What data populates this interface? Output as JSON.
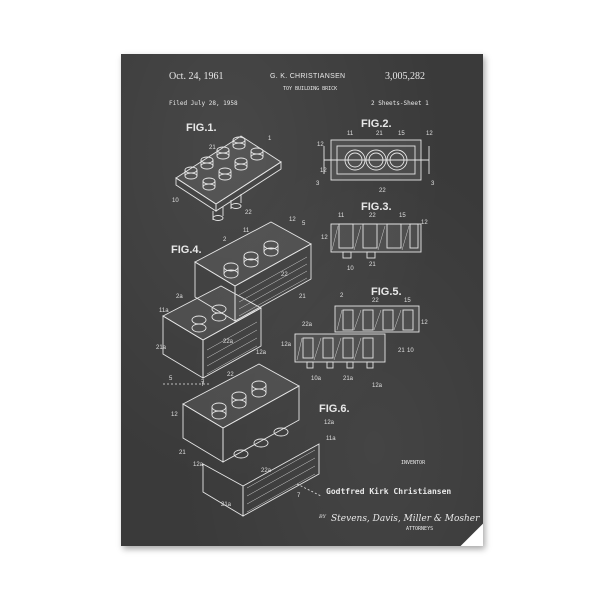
{
  "patent": {
    "date": "Oct. 24, 1961",
    "inventor_header": "G. K. CHRISTIANSEN",
    "number": "3,005,282",
    "subtitle": "TOY BUILDING BRICK",
    "filed": "Filed July 28, 1958",
    "sheets": "2 Sheets-Sheet 1"
  },
  "figures": {
    "fig1": "FIG.1.",
    "fig2": "FIG.2.",
    "fig3": "FIG.3.",
    "fig4": "FIG.4.",
    "fig5": "FIG.5.",
    "fig6": "FIG.6."
  },
  "callouts": {
    "fig1": [
      "1",
      "21",
      "22",
      "10"
    ],
    "fig2": [
      "12",
      "11",
      "21",
      "15",
      "12",
      "3",
      "3",
      "22",
      "12"
    ],
    "fig3": [
      "11",
      "22",
      "15",
      "12",
      "12",
      "10",
      "21"
    ],
    "fig4": [
      "2",
      "11",
      "12",
      "5",
      "22",
      "21",
      "2a",
      "11a",
      "22a",
      "12a",
      "21a",
      "5",
      "7"
    ],
    "fig5": [
      "2",
      "22",
      "15",
      "22a",
      "12",
      "12a",
      "10a",
      "21a",
      "21",
      "10",
      "12a"
    ],
    "fig6": [
      "22",
      "7",
      "12",
      "21",
      "12a",
      "12a",
      "11a",
      "22a",
      "21a",
      "7"
    ]
  },
  "signature": {
    "inventor_label": "INVENTOR",
    "inventor_name": "Godtfred Kirk Christiansen",
    "by": "BY",
    "firm": "Stevens, Davis, Miller & Mosher",
    "attorneys": "ATTORNEYS"
  },
  "colors": {
    "chalkboard": "#3a3a3a",
    "chalk": "#e8e8e8",
    "frame_background": "#ffffff"
  }
}
